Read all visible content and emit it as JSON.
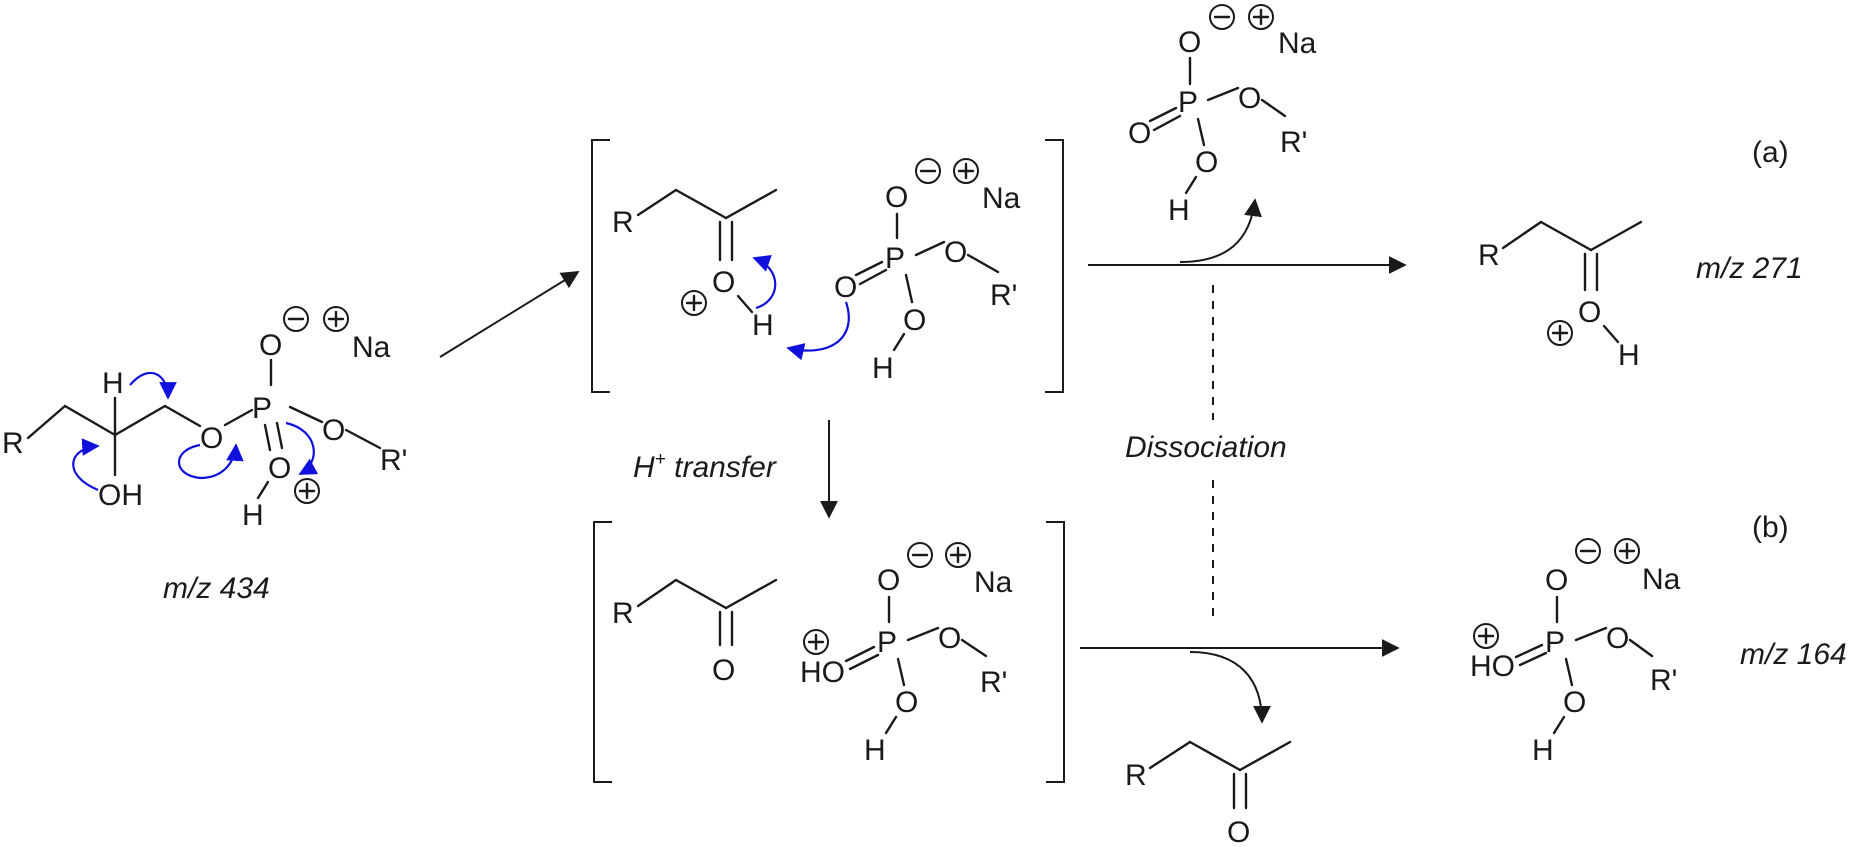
{
  "atoms": {
    "r": "R",
    "r_prime": "R'",
    "o": "O",
    "p": "P",
    "h": "H",
    "oh": "OH",
    "ho": "HO",
    "na": "Na"
  },
  "labels": {
    "mz_434": "m/z 434",
    "mz_271": "m/z 271",
    "mz_164": "m/z 164",
    "h_transfer": "H",
    "h_transfer_sup": "+",
    "h_transfer_word": " transfer",
    "dissociation": "Dissociation",
    "path_a": "(a)",
    "path_b": "(b)"
  },
  "colors": {
    "curly_arrow": "#1010dd",
    "ink": "#1a1a1a"
  }
}
